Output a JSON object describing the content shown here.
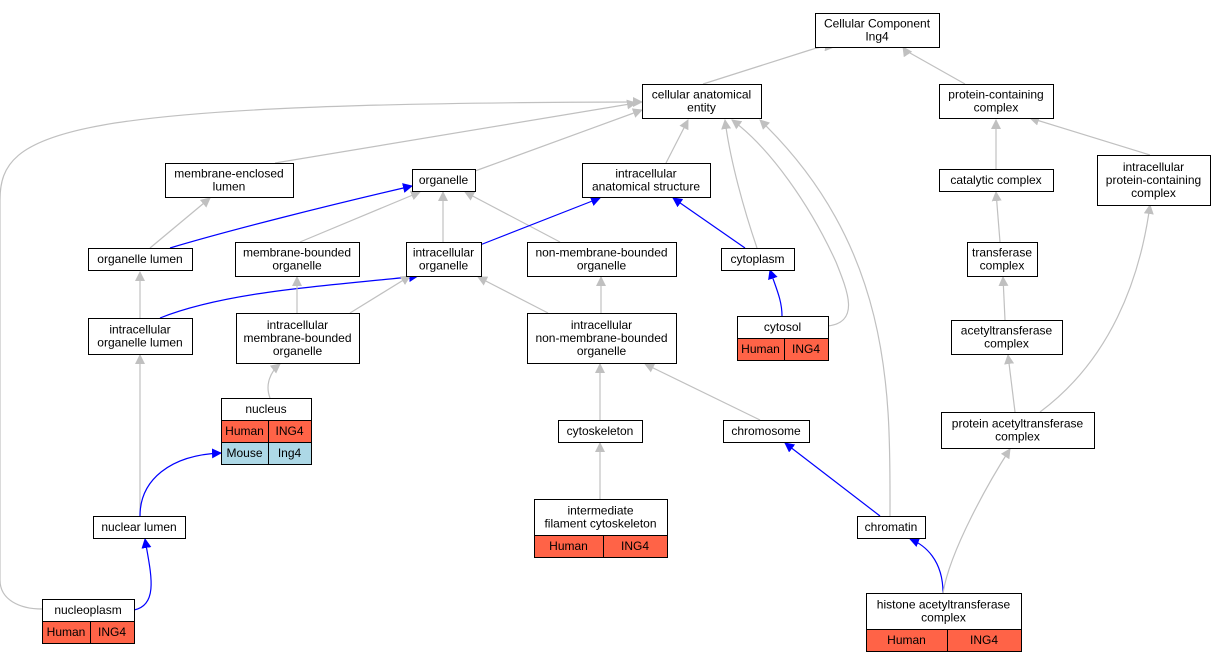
{
  "colors": {
    "edge_gray": "#c0c0c0",
    "edge_blue": "#0000ff",
    "human": "#ff6347",
    "mouse": "#add8e6"
  },
  "nodes": [
    {
      "id": "cc",
      "lines": [
        "Cellular Component",
        "Ing4"
      ]
    },
    {
      "id": "cae",
      "lines": [
        "cellular anatomical",
        "entity"
      ]
    },
    {
      "id": "pcc",
      "lines": [
        "protein-containing",
        "complex"
      ]
    },
    {
      "id": "mel",
      "lines": [
        "membrane-enclosed",
        "lumen"
      ]
    },
    {
      "id": "organelle",
      "lines": [
        "organelle"
      ]
    },
    {
      "id": "ias",
      "lines": [
        "intracellular",
        "anatomical structure"
      ]
    },
    {
      "id": "catc",
      "lines": [
        "catalytic complex"
      ]
    },
    {
      "id": "ipcc",
      "lines": [
        "intracellular",
        "protein-containing",
        "complex"
      ]
    },
    {
      "id": "ol",
      "lines": [
        "organelle lumen"
      ]
    },
    {
      "id": "mbo",
      "lines": [
        "membrane-bounded",
        "organelle"
      ]
    },
    {
      "id": "io",
      "lines": [
        "intracellular",
        "organelle"
      ]
    },
    {
      "id": "nmbo",
      "lines": [
        "non-membrane-bounded",
        "organelle"
      ]
    },
    {
      "id": "cytoplasm",
      "lines": [
        "cytoplasm"
      ]
    },
    {
      "id": "tc",
      "lines": [
        "transferase",
        "complex"
      ]
    },
    {
      "id": "iol",
      "lines": [
        "intracellular",
        "organelle lumen"
      ]
    },
    {
      "id": "imbo",
      "lines": [
        "intracellular",
        "membrane-bounded",
        "organelle"
      ]
    },
    {
      "id": "inmbo",
      "lines": [
        "intracellular",
        "non-membrane-bounded",
        "organelle"
      ]
    },
    {
      "id": "cytosol",
      "lines": [
        "cytosol"
      ],
      "annotations": [
        {
          "species": "Human",
          "gene": "ING4"
        }
      ]
    },
    {
      "id": "atc",
      "lines": [
        "acetyltransferase",
        "complex"
      ]
    },
    {
      "id": "nucleus",
      "lines": [
        "nucleus"
      ],
      "annotations": [
        {
          "species": "Human",
          "gene": "ING4"
        },
        {
          "species": "Mouse",
          "gene": "Ing4"
        }
      ]
    },
    {
      "id": "cytoskeleton",
      "lines": [
        "cytoskeleton"
      ]
    },
    {
      "id": "chromosome",
      "lines": [
        "chromosome"
      ]
    },
    {
      "id": "patc",
      "lines": [
        "protein acetyltransferase",
        "complex"
      ]
    },
    {
      "id": "nl",
      "lines": [
        "nuclear lumen"
      ]
    },
    {
      "id": "ifc",
      "lines": [
        "intermediate",
        "filament cytoskeleton"
      ],
      "annotations": [
        {
          "species": "Human",
          "gene": "ING4"
        }
      ]
    },
    {
      "id": "chromatin",
      "lines": [
        "chromatin"
      ]
    },
    {
      "id": "nucleoplasm",
      "lines": [
        "nucleoplasm"
      ],
      "annotations": [
        {
          "species": "Human",
          "gene": "ING4"
        }
      ]
    },
    {
      "id": "hatc",
      "lines": [
        "histone acetyltransferase",
        "complex"
      ],
      "annotations": [
        {
          "species": "Human",
          "gene": "ING4"
        }
      ]
    }
  ],
  "edges": [
    {
      "from": "cae",
      "to": "cc",
      "color": "gray"
    },
    {
      "from": "pcc",
      "to": "cc",
      "color": "gray"
    },
    {
      "from": "mel",
      "to": "cae",
      "color": "gray"
    },
    {
      "from": "organelle",
      "to": "cae",
      "color": "gray"
    },
    {
      "from": "ias",
      "to": "cae",
      "color": "gray"
    },
    {
      "from": "cytoplasm",
      "to": "cae",
      "color": "gray"
    },
    {
      "from": "cytosol",
      "to": "cae",
      "color": "gray"
    },
    {
      "from": "chromatin",
      "to": "cae",
      "color": "gray"
    },
    {
      "from": "nucleoplasm",
      "to": "cae",
      "color": "gray"
    },
    {
      "from": "catc",
      "to": "pcc",
      "color": "gray"
    },
    {
      "from": "ipcc",
      "to": "pcc",
      "color": "gray"
    },
    {
      "from": "ol",
      "to": "mel",
      "color": "gray"
    },
    {
      "from": "ol",
      "to": "organelle",
      "color": "blue"
    },
    {
      "from": "mbo",
      "to": "organelle",
      "color": "gray"
    },
    {
      "from": "io",
      "to": "organelle",
      "color": "gray"
    },
    {
      "from": "nmbo",
      "to": "organelle",
      "color": "gray"
    },
    {
      "from": "io",
      "to": "ias",
      "color": "blue"
    },
    {
      "from": "cytoplasm",
      "to": "ias",
      "color": "blue"
    },
    {
      "from": "tc",
      "to": "catc",
      "color": "gray"
    },
    {
      "from": "iol",
      "to": "ol",
      "color": "gray"
    },
    {
      "from": "iol",
      "to": "io",
      "color": "blue"
    },
    {
      "from": "imbo",
      "to": "mbo",
      "color": "gray"
    },
    {
      "from": "imbo",
      "to": "io",
      "color": "gray"
    },
    {
      "from": "inmbo",
      "to": "io",
      "color": "gray"
    },
    {
      "from": "inmbo",
      "to": "nmbo",
      "color": "gray"
    },
    {
      "from": "cytosol",
      "to": "cytoplasm",
      "color": "blue"
    },
    {
      "from": "atc",
      "to": "tc",
      "color": "gray"
    },
    {
      "from": "nucleus",
      "to": "imbo",
      "color": "gray"
    },
    {
      "from": "nl",
      "to": "iol",
      "color": "gray"
    },
    {
      "from": "cytoskeleton",
      "to": "inmbo",
      "color": "gray"
    },
    {
      "from": "chromosome",
      "to": "inmbo",
      "color": "gray"
    },
    {
      "from": "patc",
      "to": "atc",
      "color": "gray"
    },
    {
      "from": "patc",
      "to": "ipcc",
      "color": "gray"
    },
    {
      "from": "nl",
      "to": "nucleus",
      "color": "blue"
    },
    {
      "from": "ifc",
      "to": "cytoskeleton",
      "color": "gray"
    },
    {
      "from": "chromatin",
      "to": "chromosome",
      "color": "blue"
    },
    {
      "from": "nucleoplasm",
      "to": "nl",
      "color": "blue"
    },
    {
      "from": "hatc",
      "to": "chromatin",
      "color": "blue"
    },
    {
      "from": "hatc",
      "to": "patc",
      "color": "gray"
    }
  ]
}
